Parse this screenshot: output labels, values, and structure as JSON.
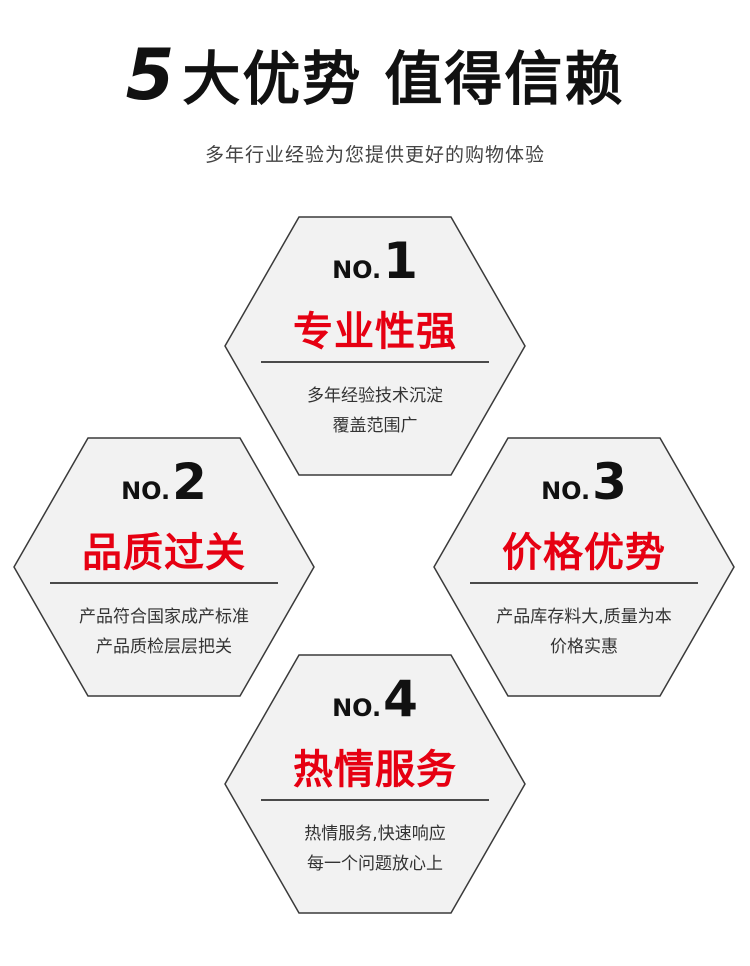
{
  "header": {
    "title_number": "5",
    "title_part1": "大优势",
    "title_part2": "值得信赖",
    "subtitle": "多年行业经验为您提供更好的购物体验"
  },
  "colors": {
    "accent": "#e60012",
    "hex_fill": "#f2f2f2",
    "hex_stroke": "#3a3a3a"
  },
  "hexagons": [
    {
      "no_label": "NO.",
      "no_number": "1",
      "title": "专业性强",
      "line1": "多年经验技术沉淀",
      "line2": "覆盖范围广"
    },
    {
      "no_label": "NO.",
      "no_number": "2",
      "title": "品质过关",
      "line1": "产品符合国家成产标准",
      "line2": "产品质检层层把关"
    },
    {
      "no_label": "NO.",
      "no_number": "3",
      "title": "价格优势",
      "line1": "产品库存料大,质量为本",
      "line2": "价格实惠"
    },
    {
      "no_label": "NO.",
      "no_number": "4",
      "title": "热情服务",
      "line1": "热情服务,快速响应",
      "line2": "每一个问题放心上"
    }
  ]
}
